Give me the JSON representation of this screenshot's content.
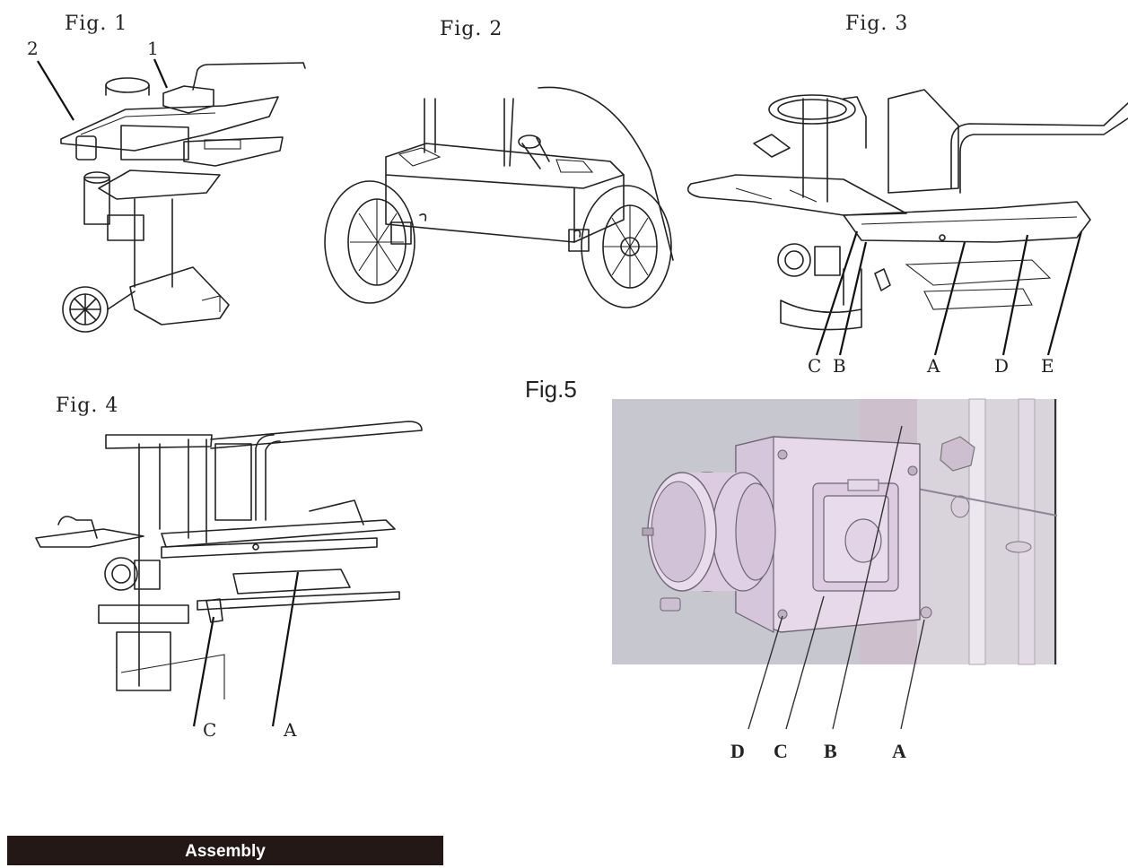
{
  "figures": {
    "fig1": {
      "title": "Fig. 1",
      "labels": [
        "2",
        "1"
      ]
    },
    "fig2": {
      "title": "Fig. 2"
    },
    "fig3": {
      "title": "Fig. 3",
      "labels": [
        "C",
        "B",
        "A",
        "D",
        "E"
      ]
    },
    "fig4": {
      "title": "Fig. 4",
      "labels": [
        "C",
        "A"
      ]
    },
    "fig5": {
      "title": "Fig.5",
      "labels": [
        "D",
        "C",
        "B",
        "A"
      ]
    }
  },
  "section_header": {
    "text": "Assembly",
    "background": "#231815",
    "color": "#ffffff"
  }
}
